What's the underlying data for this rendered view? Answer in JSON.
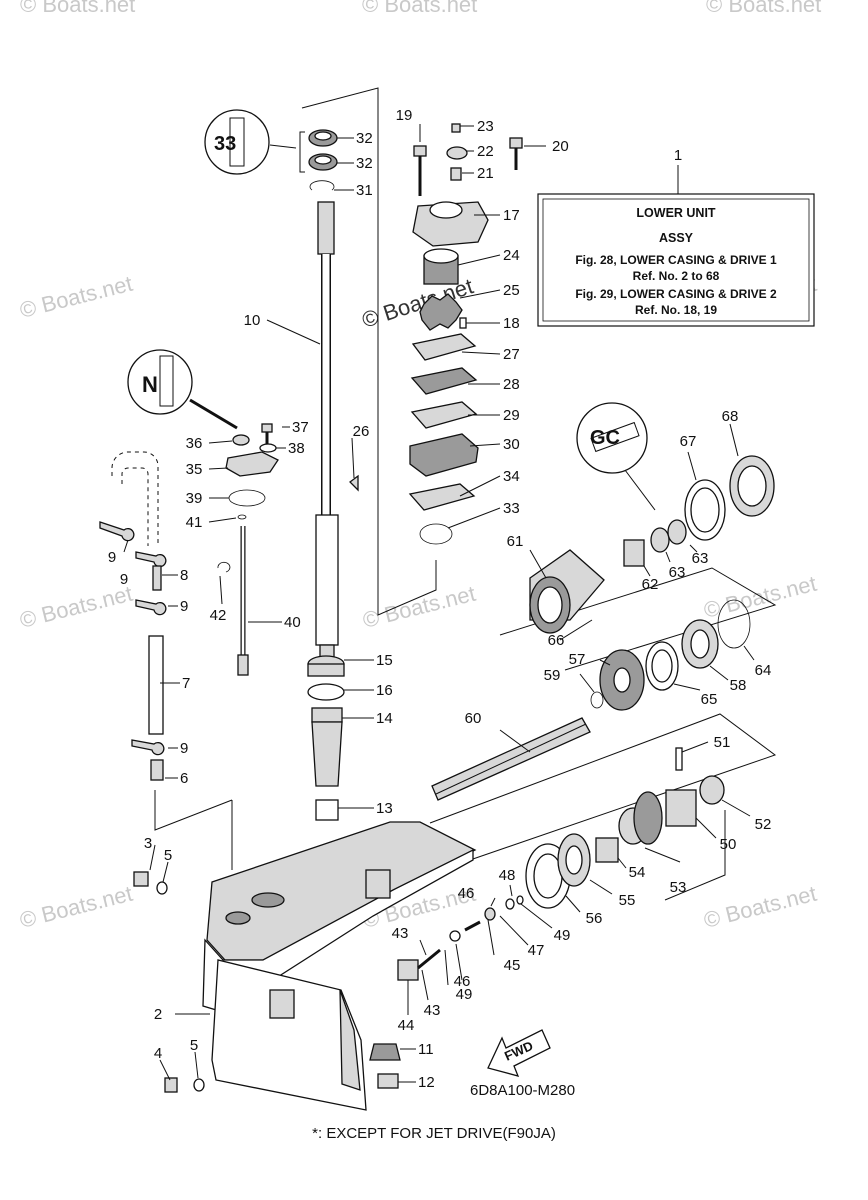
{
  "watermark": {
    "text": "© Boats.net"
  },
  "info_box": {
    "ref": "1",
    "title": "LOWER UNIT",
    "subtitle": "ASSY",
    "line1": "Fig. 28, LOWER CASING & DRIVE 1",
    "line2": "Ref. No. 2 to 68",
    "line3": "Fig. 29, LOWER CASING & DRIVE 2",
    "line4": "Ref. No. 18, 19"
  },
  "diagram_code": "6D8A100-M280",
  "footnote": "*: EXCEPT FOR JET DRIVE(F90JA)",
  "fwd_label": "FWD",
  "callouts": [
    "1",
    "2",
    "3",
    "4",
    "5",
    "5",
    "6",
    "7",
    "8",
    "9",
    "9",
    "9",
    "9",
    "10",
    "11",
    "12",
    "13",
    "14",
    "15",
    "16",
    "17",
    "18",
    "19",
    "20",
    "21",
    "22",
    "23",
    "24",
    "25",
    "26",
    "27",
    "28",
    "29",
    "30",
    "31",
    "32",
    "32",
    "33",
    "34",
    "35",
    "36",
    "37",
    "38",
    "39",
    "40",
    "41",
    "42",
    "43",
    "43",
    "44",
    "45",
    "46",
    "46",
    "47",
    "48",
    "49",
    "49",
    "50",
    "51",
    "52",
    "53",
    "54",
    "55",
    "56",
    "57",
    "58",
    "59",
    "60",
    "61",
    "62",
    "63",
    "63",
    "64",
    "65",
    "66",
    "67",
    "68"
  ]
}
